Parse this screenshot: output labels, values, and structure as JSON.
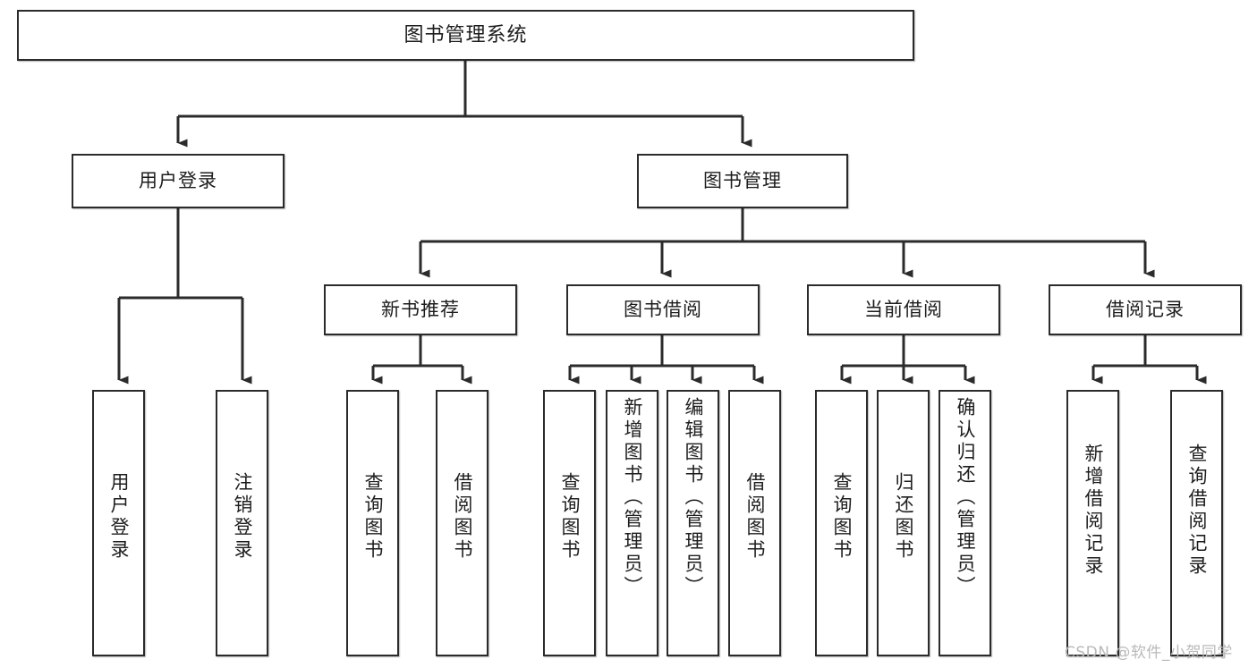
{
  "diagram": {
    "title": "图书管理系统",
    "type": "tree-hierarchy-diagram",
    "watermark": "CSDN @软件_小贺同学",
    "colors": {
      "box_border": "#2b2b2b",
      "box_fill": "#ffffff",
      "connector": "#2b2b2b",
      "text": "#1d1d1d",
      "watermark": "#b9b9b9"
    },
    "nodes": {
      "root": {
        "label": "图书管理系统"
      },
      "level2": [
        {
          "label": "用户登录"
        },
        {
          "label": "图书管理"
        }
      ],
      "level3": [
        {
          "label": "新书推荐"
        },
        {
          "label": "图书借阅"
        },
        {
          "label": "当前借阅"
        },
        {
          "label": "借阅记录"
        }
      ],
      "leaves": {
        "user_login": [
          {
            "label": "用户登录"
          },
          {
            "label": "注销登录"
          }
        ],
        "new_book": [
          {
            "label": "查询图书"
          },
          {
            "label": "借阅图书"
          }
        ],
        "book_borrow": [
          {
            "label": "查询图书"
          },
          {
            "label": "新增图书（管理员）"
          },
          {
            "label": "编辑图书（管理员）"
          },
          {
            "label": "借阅图书"
          }
        ],
        "current_borrow": [
          {
            "label": "查询图书"
          },
          {
            "label": "归还图书"
          },
          {
            "label": "确认归还（管理员）"
          }
        ],
        "borrow_record": [
          {
            "label": "新增借阅记录"
          },
          {
            "label": "查询借阅记录"
          }
        ]
      }
    }
  }
}
